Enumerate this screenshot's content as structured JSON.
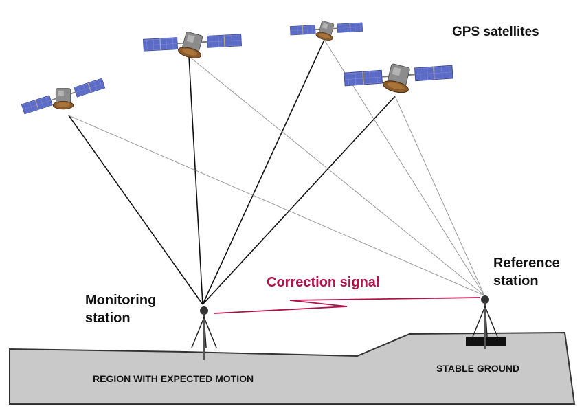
{
  "labels": {
    "title": "GPS satellites",
    "monitoring_line1": "Monitoring",
    "monitoring_line2": "station",
    "reference_line1": "Reference",
    "reference_line2": "station",
    "correction": "Correction signal",
    "region": "REGION WITH EXPECTED MOTION",
    "stable": "STABLE GROUND"
  },
  "colors": {
    "ground_fill": "#c9c9c9",
    "ground_edge": "#333333",
    "signal_line_near": "#111111",
    "signal_line_far": "#9a9a9a",
    "correction": "#b0124a",
    "panel": "#5b6bc6",
    "satellite_body": "#8c8c8c",
    "dish": "#8a5a2a"
  }
}
